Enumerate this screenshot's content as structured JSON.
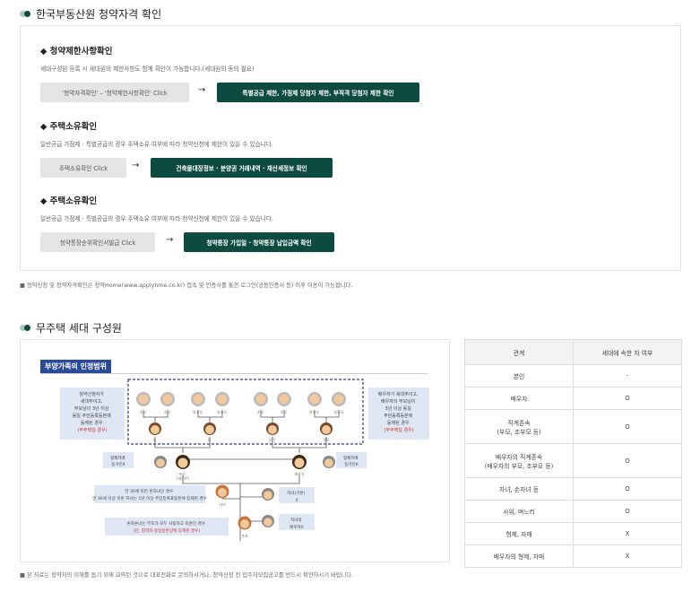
{
  "section1": {
    "title": "한국부동산원 청약자격 확인",
    "items": [
      {
        "heading": "◆ 청약제한사항확인",
        "desc": "세대구성원 등록 시 세대원의 제한사항도 함께 확인이 가능합니다.(세대원의 동의 필요)",
        "button": "'청약자격확인' – '청약제한사항확인' Click",
        "result": "특별공급 제한, 가점제 당첨자 제한, 부적격 당첨자 제한 확인"
      },
      {
        "heading": "◆ 주택소유확인",
        "desc": "일반공급 가점제 · 특별공급의 경우 주택소유 여부에 따라 청약신청에 제한이 있을 수 있습니다.",
        "button": "주택소유확인 Click",
        "result": "건축물대장정보 · 분양권 거래내역 · 재산세정보 확인"
      },
      {
        "heading": "◆ 주택소유확인",
        "desc": "일반공급 가점제 · 특별공급의 경우 주택소유 여부에 따라 청약신청에 제한이 있을 수 있습니다.",
        "button": "청약통장순위확인서발급 Click",
        "result": "청약통장 가입일 · 청약통장 납입금액 확인"
      }
    ],
    "arrow": "→",
    "note": "■ 청약신청 및 청약자격확인은 청약Home(www.applyhme.co.kr) 접속 및 인증서를 통한 로그인(공동인증서 등) 이후 이용이 가능합니다."
  },
  "section2": {
    "title": "무주택 세대 구성원",
    "diagram": {
      "tag": "부양가족의 인정범위",
      "left_note": [
        "청약신청자가",
        "세대주이고,",
        "부모님이 3년 이상",
        "동일 주민등록등본에",
        "등재된 경우",
        "(무주택일 경우)"
      ],
      "right_note": [
        "배우자가 세대주이고,",
        "배우자의 부모님이",
        "3년 이상 동일",
        "주민등록등본에",
        "등재된 경우",
        "(무주택일 경우)"
      ],
      "parent_labels": [
        "조부",
        "조모",
        "외조부",
        "외조모",
        "조부",
        "조모",
        "외조부",
        "외조모"
      ],
      "mid_labels": [
        "부",
        "모",
        "장인",
        "장모"
      ],
      "sibling_left": [
        "형제자매",
        "동거인X"
      ],
      "sibling_right": [
        "형제자매",
        "동거인X"
      ],
      "self_label": [
        "본인",
        "(세대주)"
      ],
      "spouse_label": "배우자",
      "child_note": [
        "만 30세 미만 혼자녀인 경우",
        "만 30세 이상 미혼 자녀는 1년 이상 주민등록표등본에 등재된 경우"
      ],
      "child_label": "자녀",
      "married_child": [
        "자녀(기혼)",
        "X"
      ],
      "grandchild_note": [
        "손자손녀는 부모가 모두 사망하고 미혼인 경우",
        "(단, 청약자 동일등본상에 등재된 경우)"
      ],
      "grandchild_label": "손자",
      "spouse_child": [
        "자녀의",
        "배우자X"
      ]
    },
    "table": {
      "headers": [
        "관계",
        "세대에 속한 자 여부"
      ],
      "rows": [
        {
          "rel": [
            "본인"
          ],
          "val": "-"
        },
        {
          "rel": [
            "배우자"
          ],
          "val": "O"
        },
        {
          "rel": [
            "직계존속",
            "(부모, 조부모 등)"
          ],
          "val": "O"
        },
        {
          "rel": [
            "배우자의 직계존속",
            "(배우자의 부모, 조부모 등)"
          ],
          "val": "O"
        },
        {
          "rel": [
            "자녀, 손자녀 등"
          ],
          "val": "O"
        },
        {
          "rel": [
            "사위, 며느리"
          ],
          "val": "O"
        },
        {
          "rel": [
            "형제, 자매"
          ],
          "val": "X"
        },
        {
          "rel": [
            "배우자의 형제, 자매"
          ],
          "val": "X"
        }
      ]
    },
    "note": "■ 본 자료는 청약자의 이해를 돕기 위해 요약된 것으로 대표전화로 문의하시거나, 청약신청 전 입주자모집공고를 반드시 확인하시기 바랍니다."
  },
  "colors": {
    "accent": "#0d4a3f",
    "dot_light": "#a9c7c1",
    "tag_blue": "#2a4a9a",
    "note_red": "#d0342c"
  },
  "icons": [
    "bullet-dots-icon",
    "arrow-right-icon",
    "person-icon"
  ]
}
